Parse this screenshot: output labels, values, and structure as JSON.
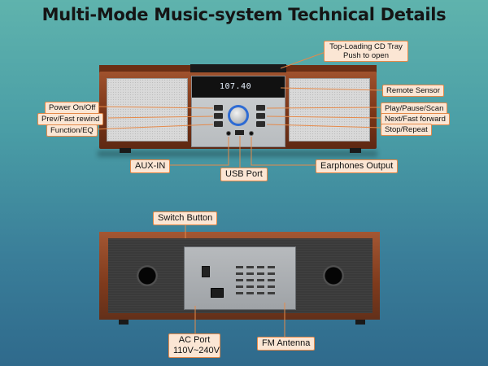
{
  "title": "Multi-Mode Music-system Technical Details",
  "device": {
    "display_readout": "107.40",
    "colors": {
      "wood": "#7a3518",
      "label_fill": "#fbe6d4",
      "label_border": "#e58a4a",
      "knob_ring": "#2d6bd4"
    }
  },
  "labels": {
    "cd_tray": {
      "line1": "Top-Loading CD Tray",
      "line2": "Push to open"
    },
    "remote_sensor": "Remote Sensor",
    "power": "Power On/Off",
    "prev": "Prev/Fast rewind",
    "function": "Function/EQ",
    "play": "Play/Pause/Scan",
    "next": "Next/Fast forward",
    "stop": "Stop/Repeat",
    "aux": "AUX-IN",
    "usb": "USB Port",
    "earphones": "Earphones Output",
    "switch_button": "Switch Button",
    "ac_port": {
      "line1": "AC Port",
      "line2": "110V~240V"
    },
    "fm_antenna": "FM Antenna"
  }
}
